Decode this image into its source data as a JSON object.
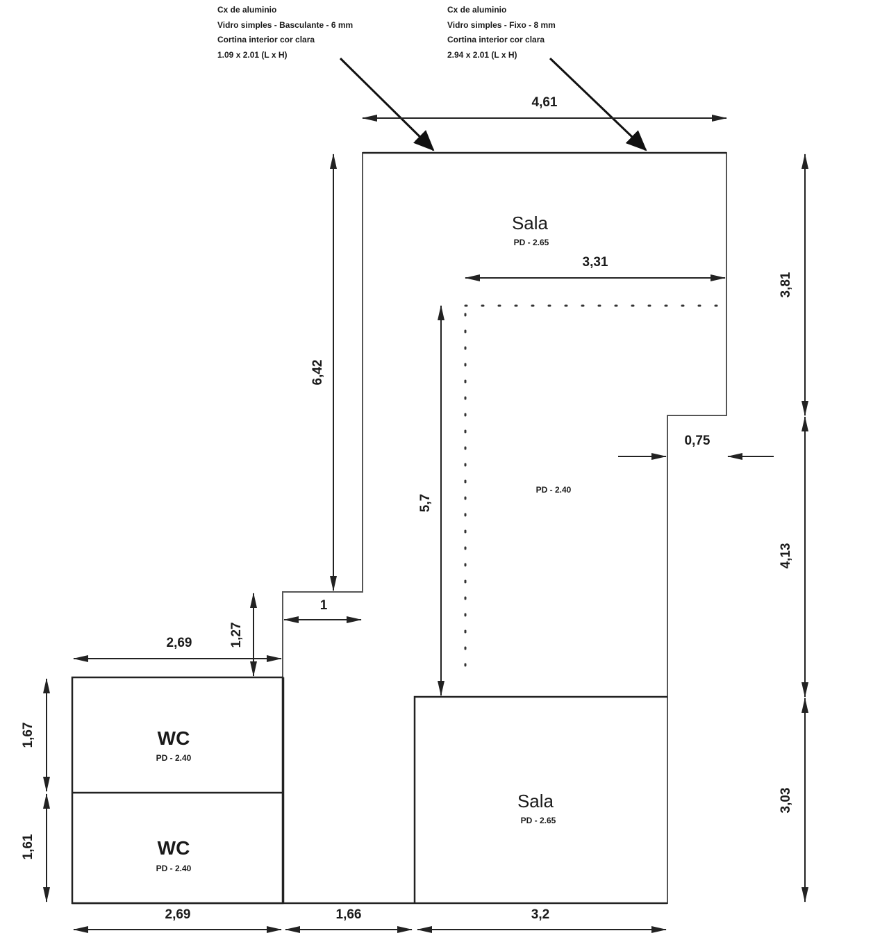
{
  "annotations": {
    "left": {
      "line1": "Cx de aluminio",
      "line2": "Vidro simples - Basculante - 6 mm",
      "line3": "Cortina interior cor clara",
      "line4": "1.09 x 2.01 (L x H)"
    },
    "right": {
      "line1": "Cx de aluminio",
      "line2": "Vidro simples - Fixo - 8 mm",
      "line3": "Cortina interior cor clara",
      "line4": "2.94 x 2.01 (L x H)"
    }
  },
  "rooms": {
    "sala_top": {
      "name": "Sala",
      "pd": "PD - 2.65"
    },
    "middle": {
      "pd": "PD - 2.40"
    },
    "sala_bottom": {
      "name": "Sala",
      "pd": "PD - 2.65"
    },
    "wc_top": {
      "name": "WC",
      "pd": "PD - 2.40"
    },
    "wc_bottom": {
      "name": "WC",
      "pd": "PD - 2.40"
    }
  },
  "dimensions": {
    "top_width": "4,61",
    "left_height": "6,42",
    "inner_width": "3,31",
    "right_top_height": "3,81",
    "step_width": "0,75",
    "inner_height": "5,7",
    "right_mid_height": "4,13",
    "notch_width": "1",
    "notch_height": "1,27",
    "wc_width_top": "2,69",
    "wc_top_height": "1,67",
    "wc_bottom_height": "1,61",
    "right_bottom_height": "3,03",
    "bottom_left": "2,69",
    "bottom_mid": "1,66",
    "bottom_right": "3,2"
  }
}
